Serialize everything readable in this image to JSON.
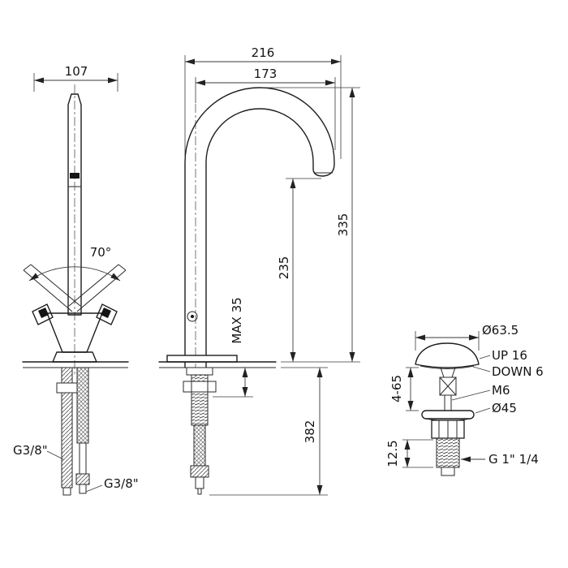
{
  "views": {
    "side": {
      "handle_width": "107",
      "handle_angle": "70°",
      "inlet_thread": "G3/8\"",
      "hose_thread": "G3/8\""
    },
    "front": {
      "overall_width": "216",
      "spout_reach": "173",
      "overall_height": "335",
      "spout_height": "235",
      "max_deck_thickness": "MAX 35",
      "below_deck_length": "382"
    },
    "drain": {
      "cap_diameter": "Ø63.5",
      "up_travel": "UP 16",
      "down_travel": "DOWN 6",
      "screw_thread": "M6",
      "flange_diameter": "Ø45",
      "adjustment_range": "4-65",
      "flange_height": "12.5",
      "outlet_thread": "G 1\" 1/4"
    }
  }
}
